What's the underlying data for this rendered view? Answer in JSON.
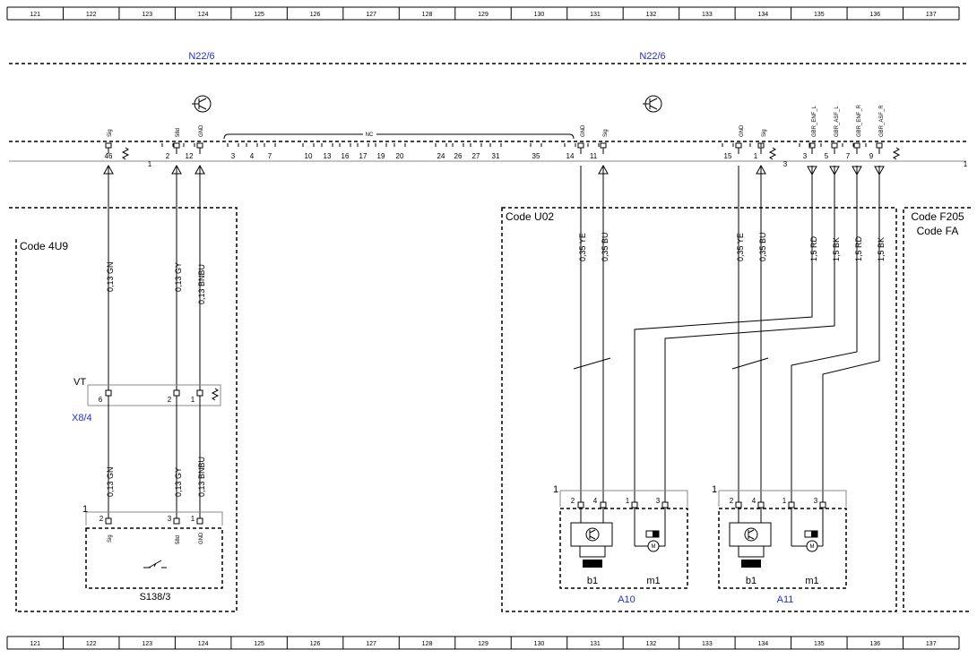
{
  "ruler": [
    "121",
    "122",
    "123",
    "124",
    "125",
    "126",
    "127",
    "128",
    "129",
    "130",
    "131",
    "132",
    "133",
    "134",
    "135",
    "136",
    "137"
  ],
  "modules": {
    "left": "N22/6",
    "right": "N22/6"
  },
  "codes": {
    "u4u9": "Code 4U9",
    "u02": "Code U02",
    "f205": "Code F205",
    "fa": "Code FA"
  },
  "connector_pins": [
    {
      "id": "p46",
      "n": "46"
    },
    {
      "id": "p2",
      "n": "2"
    },
    {
      "id": "p12",
      "n": "12"
    },
    {
      "id": "p3",
      "n": "3"
    },
    {
      "id": "p4",
      "n": "4"
    },
    {
      "id": "p7",
      "n": "7"
    },
    {
      "id": "p10",
      "n": "10"
    },
    {
      "id": "p13",
      "n": "13"
    },
    {
      "id": "p16",
      "n": "16"
    },
    {
      "id": "p17",
      "n": "17"
    },
    {
      "id": "p19",
      "n": "19"
    },
    {
      "id": "p20",
      "n": "20"
    },
    {
      "id": "p24",
      "n": "24"
    },
    {
      "id": "p26",
      "n": "26"
    },
    {
      "id": "p27",
      "n": "27"
    },
    {
      "id": "p31",
      "n": "31"
    },
    {
      "id": "p35",
      "n": "35"
    },
    {
      "id": "p14",
      "n": "14"
    },
    {
      "id": "p11",
      "n": "11"
    },
    {
      "id": "p15",
      "n": "15"
    },
    {
      "id": "p1b",
      "n": "1"
    },
    {
      "id": "p3b",
      "n": "3"
    },
    {
      "id": "p5",
      "n": "5"
    },
    {
      "id": "p7b",
      "n": "7"
    },
    {
      "id": "p9",
      "n": "9"
    }
  ],
  "connector_side": {
    "left1": "1",
    "mid3": "3",
    "right1": "1"
  },
  "pin_signals": [
    {
      "id": "s46",
      "t": "Sig"
    },
    {
      "id": "s2",
      "t": "58d"
    },
    {
      "id": "s12",
      "t": "GND"
    },
    {
      "id": "s14",
      "t": "GND"
    },
    {
      "id": "s11",
      "t": "Sig"
    },
    {
      "id": "s15",
      "t": "GND"
    },
    {
      "id": "s1",
      "t": "Sig"
    },
    {
      "id": "s3",
      "t": "GBR_ENF_L"
    },
    {
      "id": "s5",
      "t": "GBR_ASF_L"
    },
    {
      "id": "s7",
      "t": "GBR_ENF_R"
    },
    {
      "id": "s9",
      "t": "GBR_ASF_R"
    }
  ],
  "nc_label": "NC",
  "wires": [
    {
      "id": "w1",
      "t": "0,13 GN"
    },
    {
      "id": "w2",
      "t": "0,13 GY"
    },
    {
      "id": "w3",
      "t": "0,13 BNBU"
    },
    {
      "id": "w4",
      "t": "0,13 GN"
    },
    {
      "id": "w5",
      "t": "0,13 GY"
    },
    {
      "id": "w6",
      "t": "0,13 BNBU"
    },
    {
      "id": "w7",
      "t": "0,35 YE"
    },
    {
      "id": "w8",
      "t": "0,35 BU"
    },
    {
      "id": "w9",
      "t": "0,35 YE"
    },
    {
      "id": "w10",
      "t": "0,35 BU"
    },
    {
      "id": "w11",
      "t": "1,5 RD"
    },
    {
      "id": "w12",
      "t": "1,5 BK"
    },
    {
      "id": "w13",
      "t": "1,5 RD"
    },
    {
      "id": "w14",
      "t": "1,5 BK"
    }
  ],
  "x8": {
    "name": "X8/4",
    "vt": "VT",
    "pins": [
      "6",
      "2",
      "1"
    ]
  },
  "s138": {
    "name": "S138/3",
    "conn": "1",
    "pins": [
      "2",
      "3",
      "1"
    ],
    "signals": [
      "Sig",
      "58d",
      "GND"
    ]
  },
  "a10": {
    "name": "A10",
    "conn": "1",
    "pins": [
      "2",
      "4",
      "1",
      "3"
    ],
    "b": "b1",
    "m": "m1"
  },
  "a11": {
    "name": "A11",
    "conn": "1",
    "pins": [
      "2",
      "4",
      "1",
      "3"
    ],
    "b": "b1",
    "m": "m1"
  }
}
